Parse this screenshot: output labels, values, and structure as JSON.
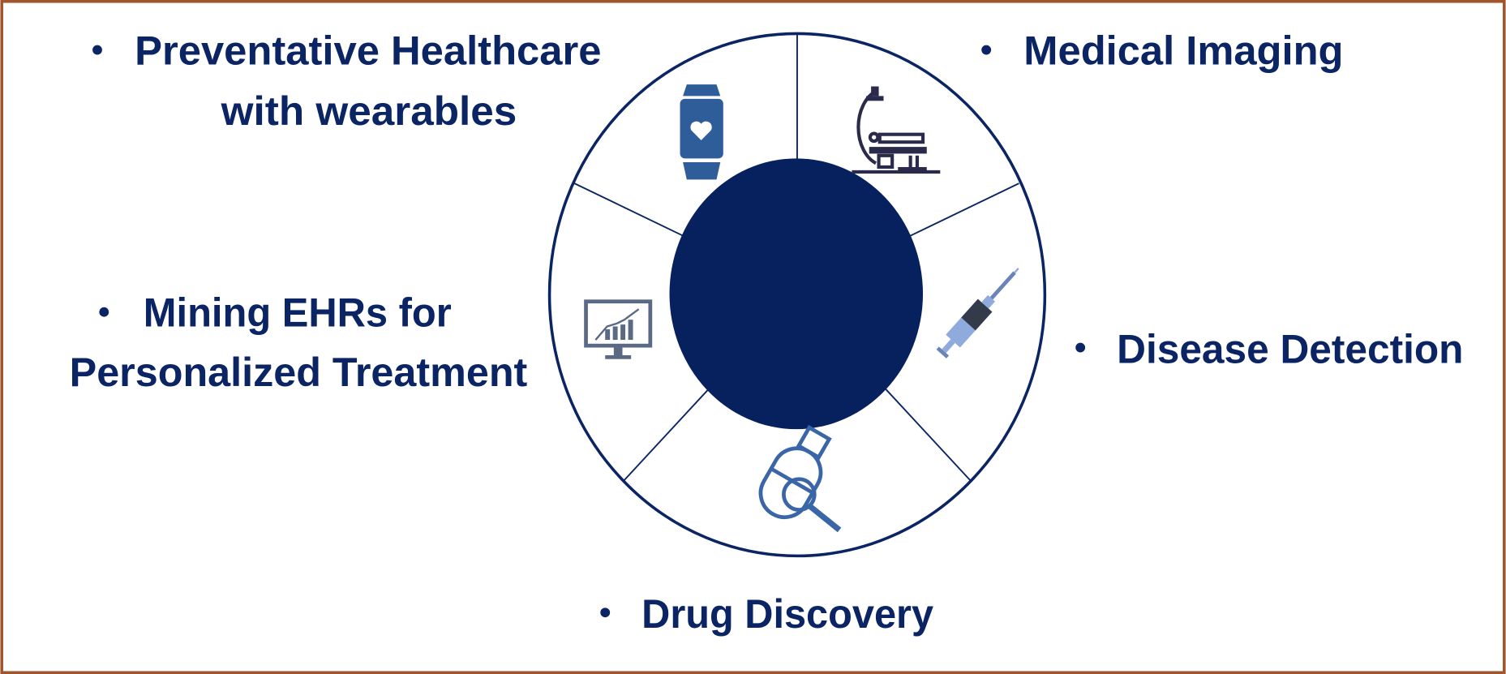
{
  "diagram": {
    "center_color": "#06215e",
    "ring_color": "#0b2463",
    "border_color": "#a0562c",
    "segments": [
      {
        "label_lines": [
          "Preventative Healthcare",
          "with wearables"
        ],
        "icon": "smartwatch-heart-icon"
      },
      {
        "label_lines": [
          "Medical Imaging"
        ],
        "icon": "medical-scanner-icon"
      },
      {
        "label_lines": [
          "Disease Detection"
        ],
        "icon": "syringe-icon"
      },
      {
        "label_lines": [
          "Drug Discovery"
        ],
        "icon": "drug-search-icon"
      },
      {
        "label_lines": [
          "Mining EHRs for",
          "Personalized Treatment"
        ],
        "icon": "analytics-monitor-icon"
      }
    ]
  }
}
